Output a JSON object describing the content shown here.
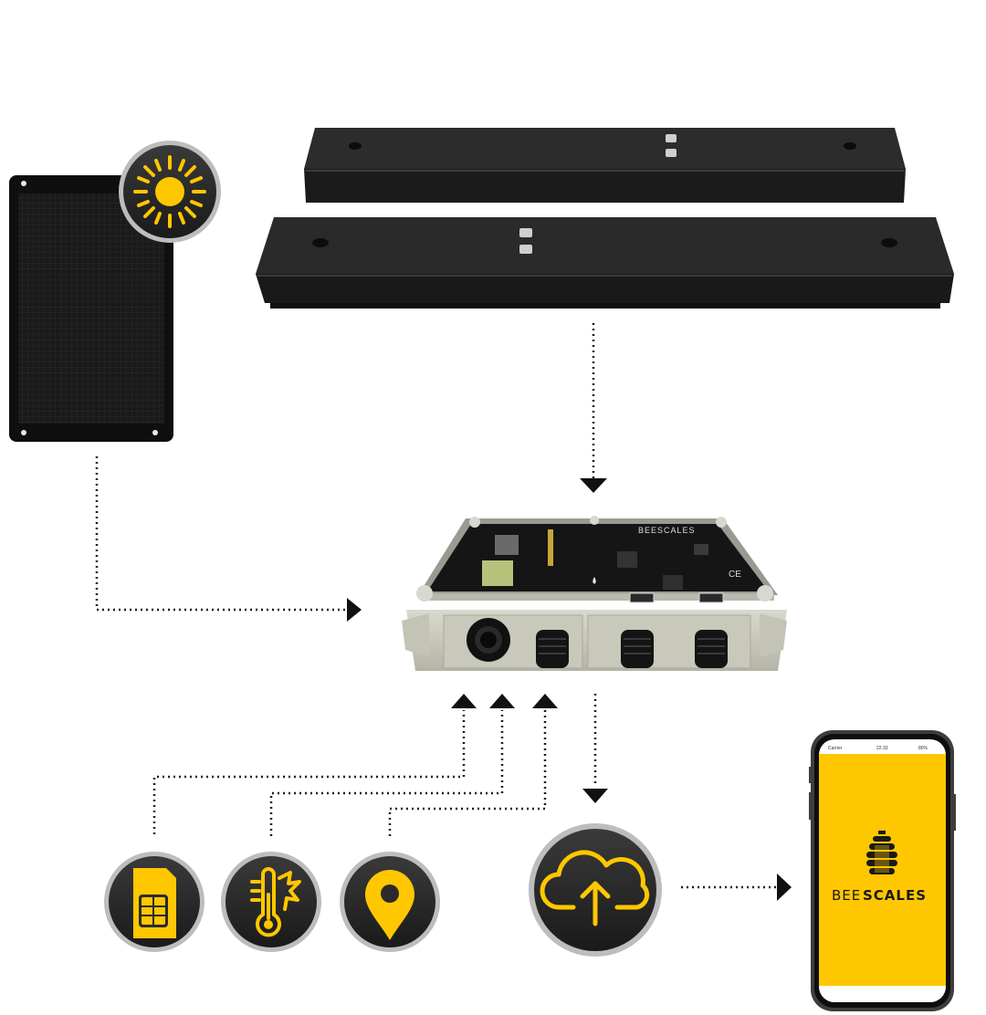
{
  "colors": {
    "accent": "#FFC700",
    "badge_dark": "#2a2a2a",
    "device_dark": "#1d1d1d",
    "pcb_black": "#141414",
    "enclosure_grey": "#cfcfc2"
  },
  "icons": {
    "solar": "sun-icon",
    "sim": "sim-card-icon",
    "temperature": "thermometer-icon",
    "location": "location-pin-icon",
    "cloud": "cloud-upload-icon"
  },
  "device": {
    "pcb_brand": "BEESCALES",
    "ce_mark": "CE"
  },
  "phone": {
    "status_carrier": "Carrier",
    "status_time": "22:33",
    "status_battery": "80%",
    "brand_prefix": "BEE",
    "brand_suffix": "SCALES"
  }
}
